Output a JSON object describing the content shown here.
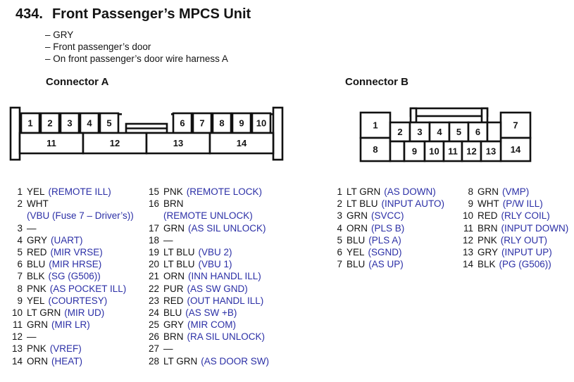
{
  "header": {
    "number": "434.",
    "title": "Front Passenger’s MPCS Unit",
    "notes": [
      "– GRY",
      "– Front passenger’s door",
      "– On front passenger’s door wire harness A"
    ]
  },
  "colors": {
    "function_text": "#2b2fa6",
    "body_text": "#141414",
    "line": "#111111"
  },
  "connector_a": {
    "label": "Connector A",
    "diagram": {
      "top_left": [
        "1",
        "2",
        "3",
        "4",
        "5"
      ],
      "top_right": [
        "6",
        "7",
        "8",
        "9",
        "10"
      ],
      "bottom": [
        "11",
        "12",
        "13",
        "14"
      ]
    },
    "pins_col1": [
      {
        "num": "1",
        "wire": "YEL",
        "fn": "(REMOTE ILL)"
      },
      {
        "num": "2",
        "wire": "WHT",
        "fn2": "(VBU (Fuse 7 – Driver’s))"
      },
      {
        "num": "3",
        "wire": "—"
      },
      {
        "num": "4",
        "wire": "GRY",
        "fn": "(UART)"
      },
      {
        "num": "5",
        "wire": "RED",
        "fn": "(MIR VRSE)"
      },
      {
        "num": "6",
        "wire": "BLU",
        "fn": "(MIR HRSE)"
      },
      {
        "num": "7",
        "wire": "BLK",
        "fn": "(SG (G506))"
      },
      {
        "num": "8",
        "wire": "PNK",
        "fn": "(AS POCKET ILL)"
      },
      {
        "num": "9",
        "wire": "YEL",
        "fn": "(COURTESY)"
      },
      {
        "num": "10",
        "wire": "LT GRN",
        "fn": "(MIR UD)"
      },
      {
        "num": "11",
        "wire": "GRN",
        "fn": "(MIR LR)"
      },
      {
        "num": "12",
        "wire": "—"
      },
      {
        "num": "13",
        "wire": "PNK",
        "fn": "(VREF)"
      },
      {
        "num": "14",
        "wire": "ORN",
        "fn": "(HEAT)"
      }
    ],
    "pins_col2": [
      {
        "num": "15",
        "wire": "PNK",
        "fn": "(REMOTE LOCK)"
      },
      {
        "num": "16",
        "wire": "BRN",
        "fn2": "(REMOTE UNLOCK)"
      },
      {
        "num": "17",
        "wire": "GRN",
        "fn": "(AS SIL UNLOCK)"
      },
      {
        "num": "18",
        "wire": "—"
      },
      {
        "num": "19",
        "wire": "LT BLU",
        "fn": "(VBU 2)"
      },
      {
        "num": "20",
        "wire": "LT BLU",
        "fn": "(VBU 1)"
      },
      {
        "num": "21",
        "wire": "ORN",
        "fn": "(INN HANDL ILL)"
      },
      {
        "num": "22",
        "wire": "PUR",
        "fn": "(AS SW GND)"
      },
      {
        "num": "23",
        "wire": "RED",
        "fn": "(OUT HANDL ILL)"
      },
      {
        "num": "24",
        "wire": "BLU",
        "fn": "(AS SW +B)"
      },
      {
        "num": "25",
        "wire": "GRY",
        "fn": "(MIR COM)"
      },
      {
        "num": "26",
        "wire": "BRN",
        "fn": "(RA SIL UNLOCK)"
      },
      {
        "num": "27",
        "wire": "—"
      },
      {
        "num": "28",
        "wire": "LT GRN",
        "fn": "(AS DOOR SW)"
      }
    ]
  },
  "connector_b": {
    "label": "Connector B",
    "diagram": {
      "left_top": "1",
      "left_bottom": "8",
      "middle_top": [
        "2",
        "3",
        "4",
        "5",
        "6"
      ],
      "middle_bottom": [
        "9",
        "10",
        "11",
        "12",
        "13"
      ],
      "right_top": "7",
      "right_bottom": "14"
    },
    "pins_col1": [
      {
        "num": "1",
        "wire": "LT GRN",
        "fn": "(AS DOWN)"
      },
      {
        "num": "2",
        "wire": "LT BLU",
        "fn": "(INPUT AUTO)"
      },
      {
        "num": "3",
        "wire": "GRN",
        "fn": "(SVCC)"
      },
      {
        "num": "4",
        "wire": "ORN",
        "fn": "(PLS B)"
      },
      {
        "num": "5",
        "wire": "BLU",
        "fn": "(PLS A)"
      },
      {
        "num": "6",
        "wire": "YEL",
        "fn": "(SGND)"
      },
      {
        "num": "7",
        "wire": "BLU",
        "fn": "(AS UP)"
      }
    ],
    "pins_col2": [
      {
        "num": "8",
        "wire": "GRN",
        "fn": "(VMP)"
      },
      {
        "num": "9",
        "wire": "WHT",
        "fn": "(P/W ILL)"
      },
      {
        "num": "10",
        "wire": "RED",
        "fn": "(RLY COIL)"
      },
      {
        "num": "11",
        "wire": "BRN",
        "fn": "(INPUT DOWN)"
      },
      {
        "num": "12",
        "wire": "PNK",
        "fn": "(RLY OUT)"
      },
      {
        "num": "13",
        "wire": "GRY",
        "fn": "(INPUT UP)"
      },
      {
        "num": "14",
        "wire": "BLK",
        "fn": "(PG (G506))"
      }
    ]
  }
}
